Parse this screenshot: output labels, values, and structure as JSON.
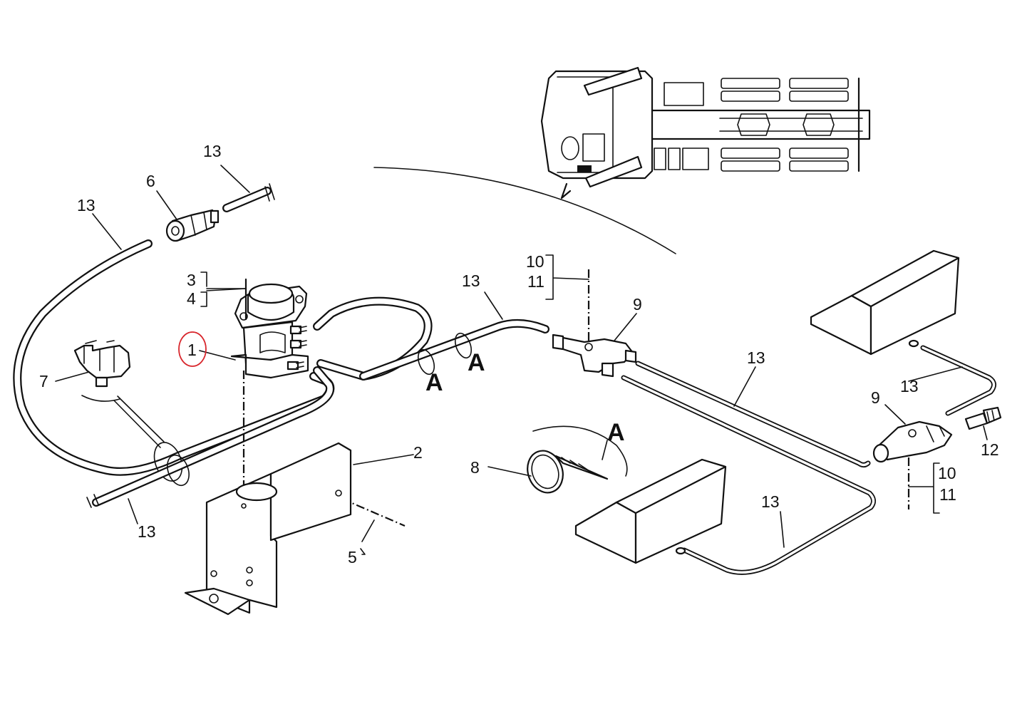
{
  "diagram": {
    "callouts": {
      "c1": "1",
      "c2": "2",
      "c3": "3",
      "c4": "4",
      "c5": "5",
      "c6": "6",
      "c7": "7",
      "c8": "8",
      "c9_center": "9",
      "c9_right": "9",
      "c10_center": "10",
      "c11_center": "11",
      "c10_right": "10",
      "c11_right": "11",
      "c12": "12",
      "c13_top": "13",
      "c13_left": "13",
      "c13_bottom_left": "13",
      "c13_center": "13",
      "c13_diag": "13",
      "c13_right": "13",
      "c13_bottom_right": "13"
    },
    "detail_marks": {
      "a1": "A",
      "a2": "A",
      "a3": "A"
    },
    "highlight": {
      "target": "1",
      "color": "#d8262c"
    }
  }
}
